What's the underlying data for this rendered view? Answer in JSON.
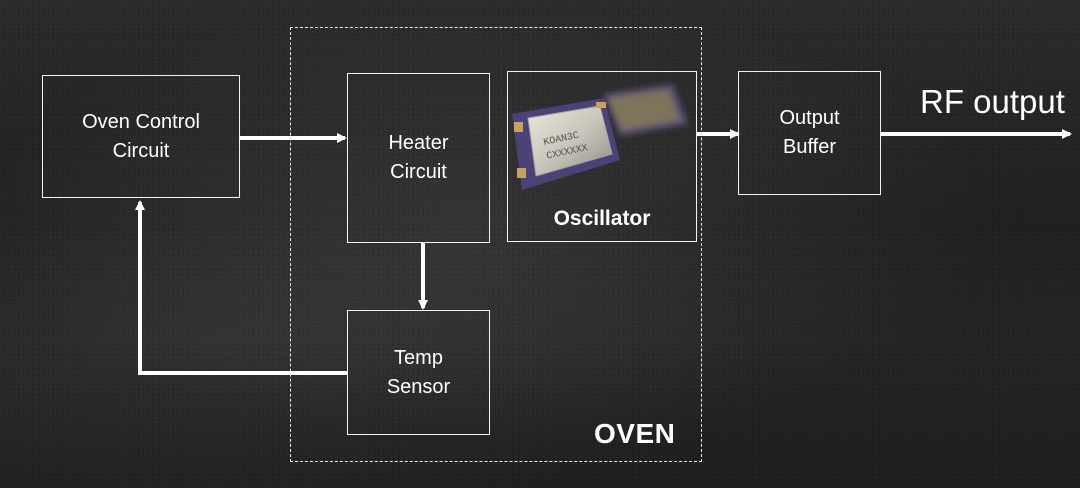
{
  "diagram": {
    "blocks": {
      "oven_control": {
        "line1": "Oven Control",
        "line2": "Circuit"
      },
      "heater": {
        "line1": "Heater",
        "line2": "Circuit"
      },
      "oscillator": {
        "label": "Oscillator"
      },
      "temp_sensor": {
        "line1": "Temp",
        "line2": "Sensor"
      },
      "output_buffer": {
        "line1": "Output",
        "line2": "Buffer"
      }
    },
    "oven_label": "OVEN",
    "rf_output_label": "RF output",
    "chip_marking": {
      "line1": "KOAN3C",
      "line2": "CXXXXXX"
    }
  }
}
